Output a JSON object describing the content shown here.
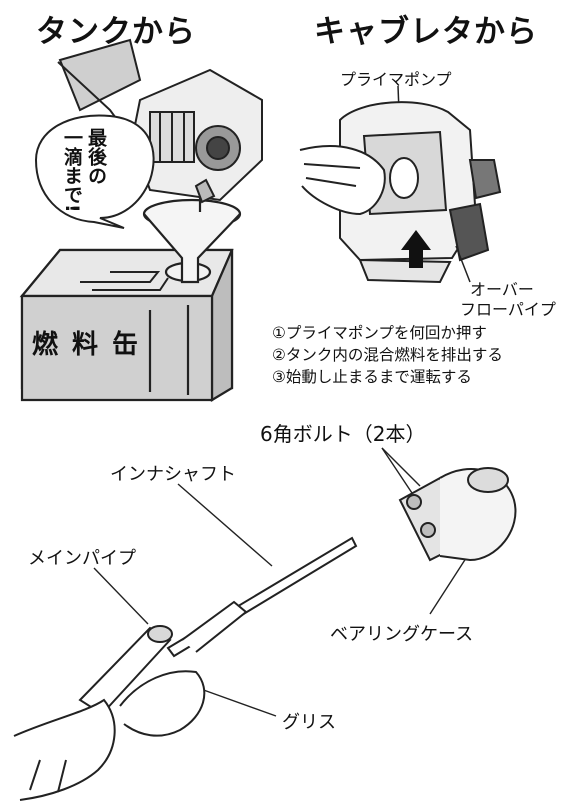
{
  "headings": {
    "from_tank": "タンクから",
    "from_carburetor": "キャブレタから"
  },
  "left_panel": {
    "speech_bubble_line1": "最後の",
    "speech_bubble_line2": "一滴まで!",
    "can_label": "燃料缶"
  },
  "right_panel": {
    "primer_pump_label": "プライマポンプ",
    "overflow_label_line1": "オーバー",
    "overflow_label_line2": "フローパイプ",
    "steps": [
      "①プライマポンプを何回か押す",
      "②タンク内の混合燃料を排出する",
      "③始動し止まるまで運転する"
    ]
  },
  "lower_diagram": {
    "bolt_label": "6角ボルト（2本）",
    "inner_shaft_label": "インナシャフト",
    "main_pipe_label": "メインパイプ",
    "bearing_case_label": "ベアリングケース",
    "grease_label": "グリス"
  }
}
